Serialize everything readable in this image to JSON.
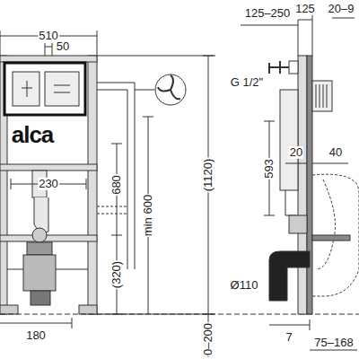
{
  "diagram": {
    "labels": [
      "510",
      "50",
      "alca",
      "230",
      "680",
      "min 600",
      "(1120)",
      "(320)",
      "180",
      "0–200",
      "125–250",
      "125",
      "20–9",
      "G 1/2\"",
      "593",
      "20",
      "40",
      "Ø110",
      "7",
      "75–168"
    ]
  }
}
